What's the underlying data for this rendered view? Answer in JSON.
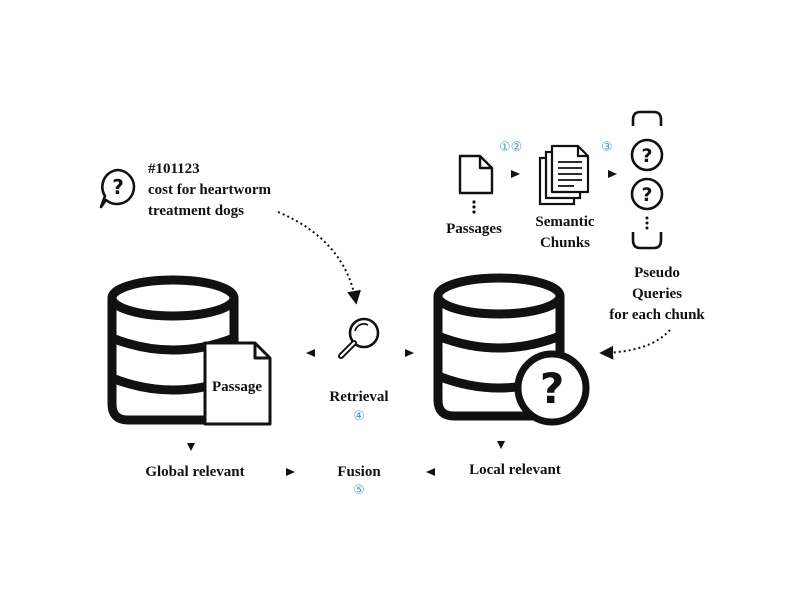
{
  "query": {
    "id": "#101123",
    "line1": "cost for heartworm",
    "line2": "treatment dogs"
  },
  "labels": {
    "passages": "Passages",
    "semantic_line1": "Semantic",
    "semantic_line2": "Chunks",
    "pseudo_line1": "Pseudo",
    "pseudo_line2": "Queries",
    "pseudo_line3": "for each chunk",
    "passage_doc": "Passage",
    "retrieval": "Retrieval",
    "global_relevant": "Global relevant",
    "fusion": "Fusion",
    "local_relevant": "Local relevant"
  },
  "steps": {
    "one_two": "①②",
    "three": "③",
    "four": "④",
    "five": "⑤"
  },
  "colors": {
    "ink": "#111111",
    "step": "#4a9cc4"
  },
  "icons": [
    "speech-bubble-question-icon",
    "document-icon",
    "stacked-documents-icon",
    "pseudo-queries-capsule-icon",
    "global-database-icon",
    "magnifier-icon",
    "local-database-icon",
    "question-badge-icon"
  ]
}
